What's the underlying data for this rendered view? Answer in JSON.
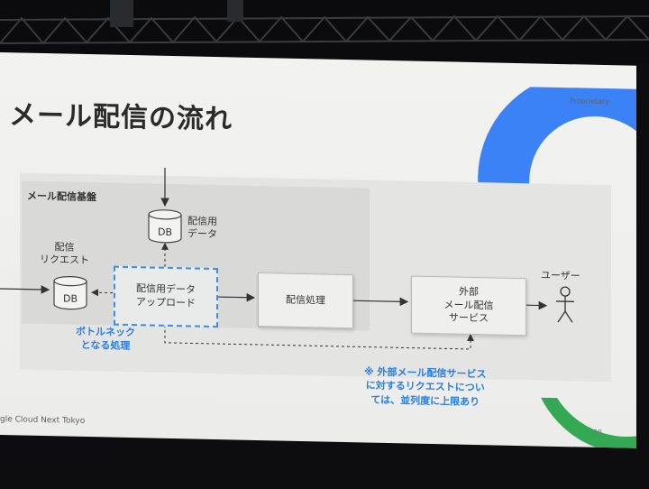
{
  "slide": {
    "title": "メール配信の流れ",
    "proprietary_label": "Proprietary",
    "footer_event": "gle Cloud Next Tokyo",
    "page_number": "08",
    "colors": {
      "accent_blue": "#2a7de1",
      "google_blue": "#4285f4",
      "google_green": "#34a853"
    }
  },
  "diagram": {
    "platform_label": "メール配信基盤",
    "db_top": {
      "label": "DB",
      "caption": "配信用\nデータ"
    },
    "db_left": {
      "label": "DB",
      "caption": "配信\nリクエスト"
    },
    "upload_box": "配信用データ\nアップロード",
    "process_box": "配信処理",
    "external_box": "外部\nメール配信\nサービス",
    "user_label": "ユーザー",
    "bottleneck_note": "ボトルネック\nとなる処理",
    "limit_note": "※ 外部メール配信サービス\nに対するリクエストについ\nては、並列度に上限あり"
  }
}
